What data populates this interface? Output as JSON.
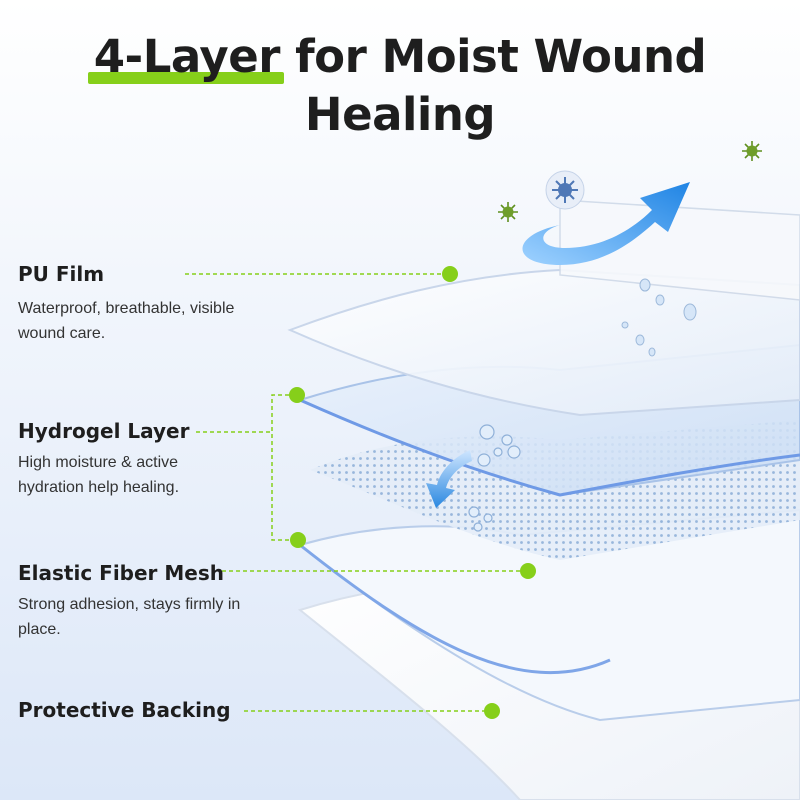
{
  "title": {
    "highlight": "4-Layer",
    "rest_line1": " for Moist Wound",
    "line2": "Healing"
  },
  "layers": [
    {
      "name": "PU Film",
      "description": "Waterproof, breathable, visible wound care."
    },
    {
      "name": "Hydrogel Layer",
      "description": "High moisture & active hydration help healing."
    },
    {
      "name": "Elastic Fiber Mesh",
      "description": "Strong adhesion, stays firmly in place."
    },
    {
      "name": "Protective Backing",
      "description": ""
    }
  ],
  "colors": {
    "accent_green": "#86cf1a",
    "arrow_blue": "#2f8ee6",
    "text_dark": "#1e1e1e",
    "layer_edge_blue": "#7fa6e8"
  },
  "icons": [
    "virus-icon",
    "bacteria-icon",
    "water-droplet-icon",
    "arrow-out-icon",
    "arrow-in-icon"
  ]
}
